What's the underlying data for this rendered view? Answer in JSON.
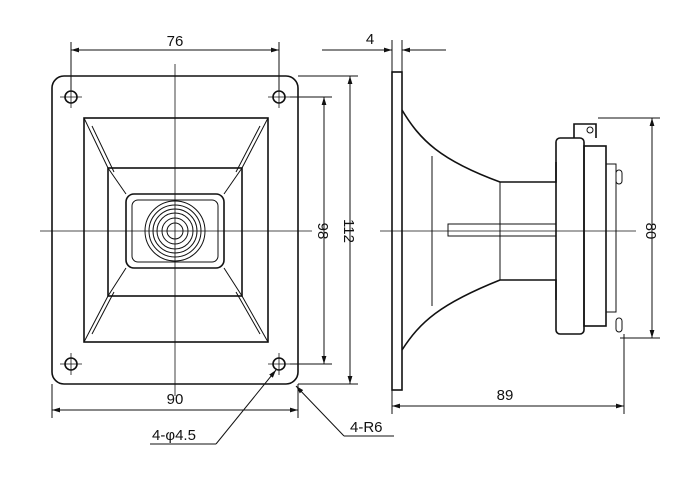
{
  "front_view": {
    "dim_top": "76",
    "dim_bottom": "90",
    "dim_right_inner": "98",
    "dim_right_outer": "112",
    "hole_callout": "4-φ4.5",
    "corner_callout": "4-R6"
  },
  "side_view": {
    "dim_flange": "4",
    "dim_height": "80",
    "dim_depth": "89"
  }
}
